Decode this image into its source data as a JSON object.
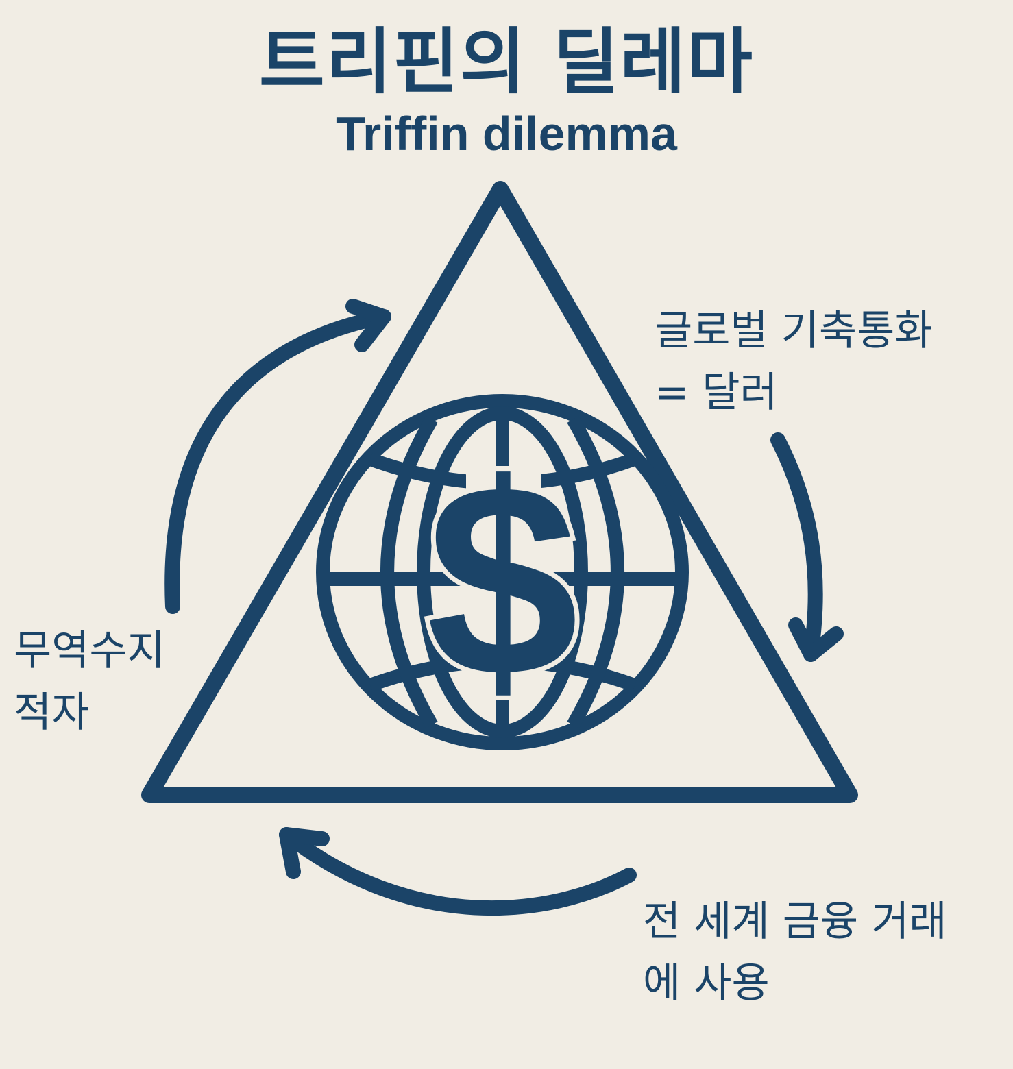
{
  "title": "트리핀의 딜레마",
  "subtitle": "Triffin dilemma",
  "colors": {
    "background": "#f1ede4",
    "primary": "#1b4468"
  },
  "center_icon": "globe-with-dollar-sign",
  "center_symbol": "$",
  "labels": {
    "top_right": {
      "line1": "글로벌 기축통화",
      "line2": "= 달러"
    },
    "left": {
      "line1": "무역수지",
      "line2": "적자"
    },
    "bottom_right": {
      "line1": "전 세계 금융 거래",
      "line2": "에 사용"
    }
  },
  "arrows": [
    {
      "name": "arrow-left-to-top",
      "direction": "clockwise"
    },
    {
      "name": "arrow-top-right-to-bottom-right",
      "direction": "clockwise"
    },
    {
      "name": "arrow-bottom-to-left",
      "direction": "clockwise"
    }
  ]
}
